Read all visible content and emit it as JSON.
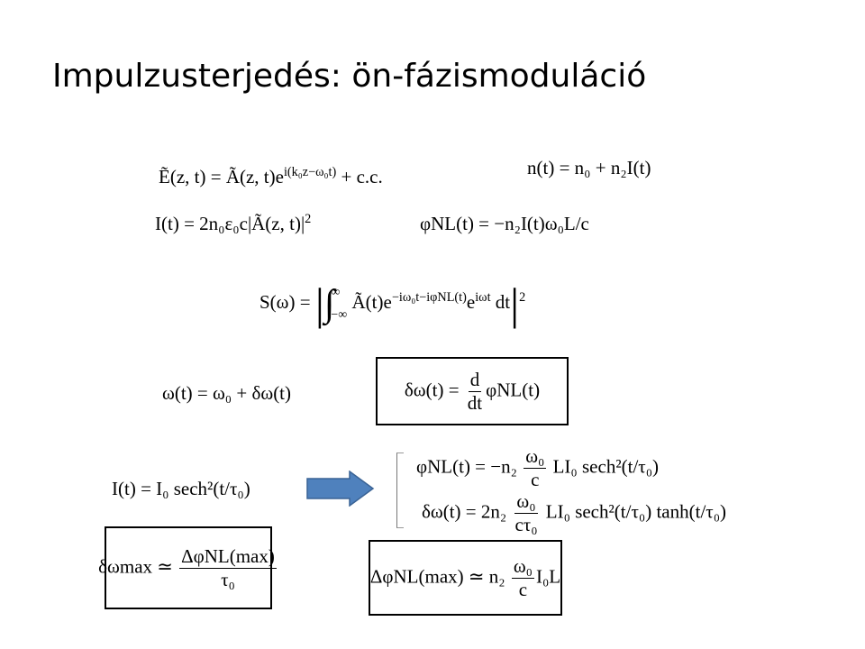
{
  "slide": {
    "title": "Impulzusterjedés: ön-fázismoduláció"
  },
  "equations": {
    "field_lhs": "Ẽ(z, t) = Ã(z, t)e",
    "field_exp": "i(k₀z−ω₀t)",
    "field_cc": " + c.c.",
    "index": "n(t) = n₀ + n₂I(t)",
    "intensity_lhs": "I(t) = 2n₀ε₀c|Ã(z, t)|",
    "intensity_pow": "2",
    "phase": "φNL(t) = −n₂I(t)ω₀L/c",
    "spectrum_lhs": "S(ω) =",
    "spectrum_upper": "∞",
    "spectrum_lower": "−∞",
    "spectrum_integrand": "Ã(t)e",
    "spectrum_exp1": "−iω₀t−iφNL(t)",
    "spectrum_e2": "e",
    "spectrum_exp2": "iωt",
    "spectrum_dt": " dt",
    "spectrum_pow": "2",
    "freq": "ω(t) = ω₀ + δω(t)",
    "dw_lhs": "δω(t) =",
    "dw_num": "d",
    "dw_den": "dt",
    "dw_rhs": "φNL(t)",
    "sech_int": "I(t) = I₀ sech²(t/τ₀)",
    "phi_sech_lhs": "φNL(t) = −n₂",
    "phi_sech_num": "ω₀",
    "phi_sech_den": "c",
    "phi_sech_rhs": "LI₀ sech²(t/τ₀)",
    "dw_sech_lhs": "δω(t) = 2n₂",
    "dw_sech_num": "ω₀",
    "dw_sech_den": "cτ₀",
    "dw_sech_rhs": "LI₀ sech²(t/τ₀) tanh(t/τ₀)",
    "dwmax_lhs": "δωmax ≃",
    "dwmax_num": "ΔφNL(max)",
    "dwmax_den": "τ₀",
    "dphimax_lhs": "ΔφNL(max) ≃ n₂",
    "dphimax_num": "ω₀",
    "dphimax_den": "c",
    "dphimax_rhs": "I₀L"
  },
  "colors": {
    "arrow_fill": "#4f81bd",
    "arrow_stroke": "#3a6395"
  }
}
